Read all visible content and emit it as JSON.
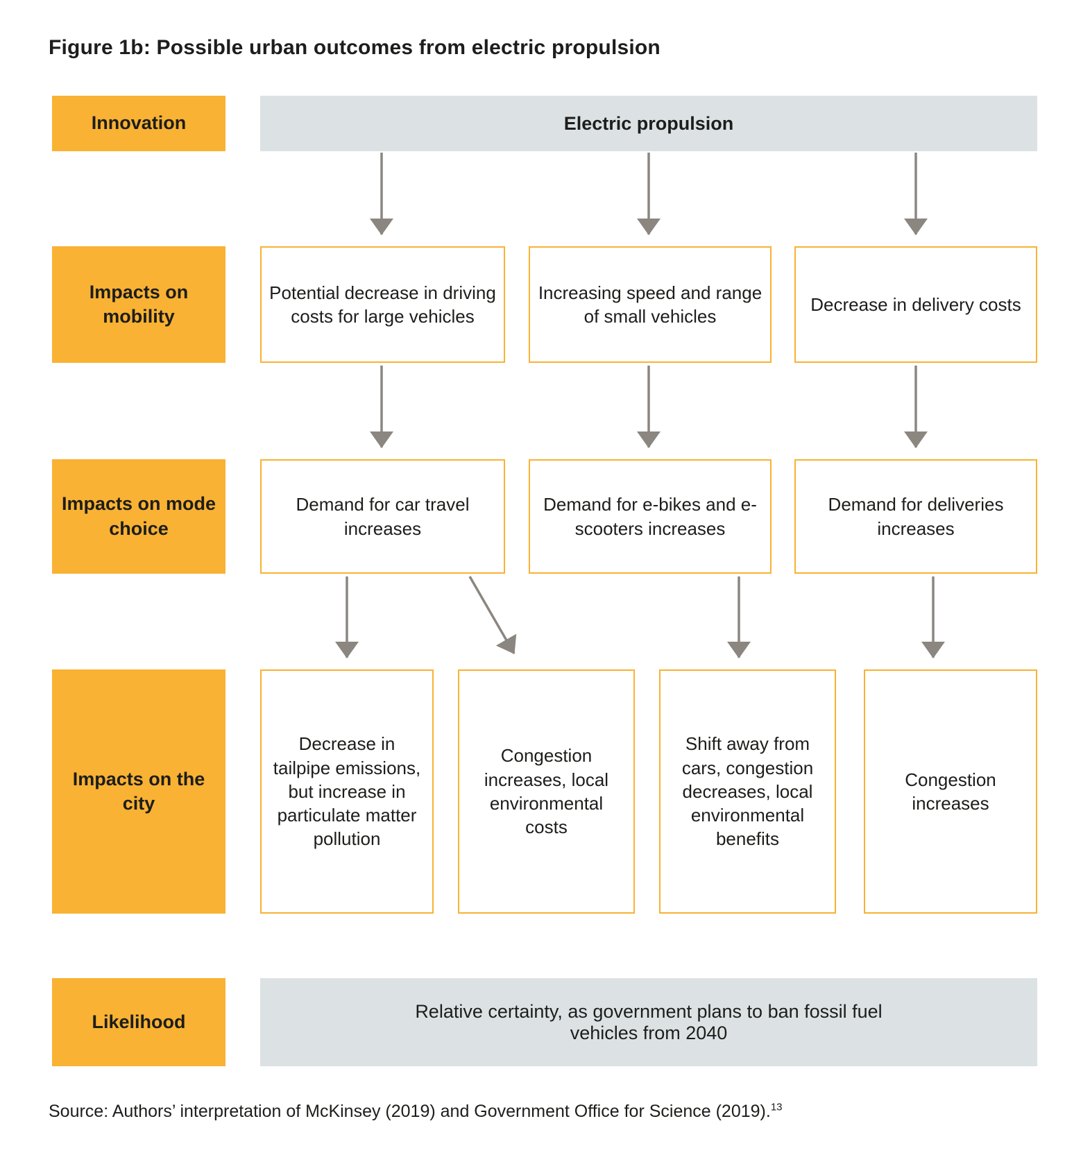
{
  "title": "Figure 1b: Possible urban outcomes from electric propulsion",
  "colors": {
    "accent_yellow": "#F9B233",
    "banner_gray": "#DCE2E4",
    "arrow_gray": "#8B8680",
    "text": "#1D1D1B"
  },
  "rows": {
    "innovation": {
      "label": "Innovation",
      "value": "Electric propulsion"
    },
    "mobility": {
      "label": "Impacts on mobility",
      "boxes": [
        "Potential decrease in driving costs for large vehicles",
        "Increasing speed and range of small vehicles",
        "Decrease in delivery costs"
      ]
    },
    "mode_choice": {
      "label": "Impacts on mode choice",
      "boxes": [
        "Demand for car travel increases",
        "Demand for e-bikes and e-scooters increases",
        "Demand for deliveries increases"
      ]
    },
    "city": {
      "label": "Impacts on the city",
      "boxes": [
        "Decrease in tailpipe emissions, but increase in particulate matter pollution",
        "Congestion increases, local environmental costs",
        "Shift away from cars, congestion decreases, local environmental benefits",
        "Congestion increases"
      ]
    },
    "likelihood": {
      "label": "Likelihood",
      "value": "Relative certainty, as government plans to ban fossil fuel vehicles from 2040"
    }
  },
  "source": {
    "text": "Source: Authors’ interpretation of McKinsey (2019) and Government Office for Science (2019).",
    "footnote_ref": "13"
  }
}
